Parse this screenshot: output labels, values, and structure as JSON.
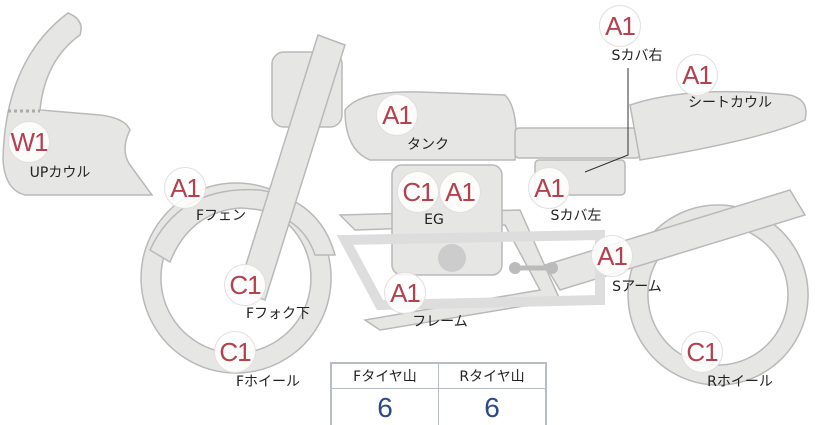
{
  "parts": [
    {
      "grade": "A1",
      "label": "Sカバ右"
    },
    {
      "grade": "A1",
      "label": "シートカウル"
    },
    {
      "grade": "W1",
      "label": "UPカウル"
    },
    {
      "grade": "A1",
      "label": "タンク"
    },
    {
      "grade": "A1",
      "label": "Fフェン"
    },
    {
      "grade": "C1",
      "label": "EG"
    },
    {
      "grade": "A1",
      "label": ""
    },
    {
      "grade": "A1",
      "label": "Sカバ左"
    },
    {
      "grade": "A1",
      "label": "Sアーム"
    },
    {
      "grade": "C1",
      "label": "Fフォク下"
    },
    {
      "grade": "A1",
      "label": "フレーム"
    },
    {
      "grade": "C1",
      "label": "Fホイール"
    },
    {
      "grade": "C1",
      "label": "Rホイール"
    }
  ],
  "tire_table": {
    "headers": [
      "Fタイヤ山",
      "Rタイヤ山"
    ],
    "values": [
      "6",
      "6"
    ]
  },
  "colors": {
    "grade": "#b5414f",
    "value": "#2c4a8a",
    "part_fill": "#e6e6e4"
  }
}
